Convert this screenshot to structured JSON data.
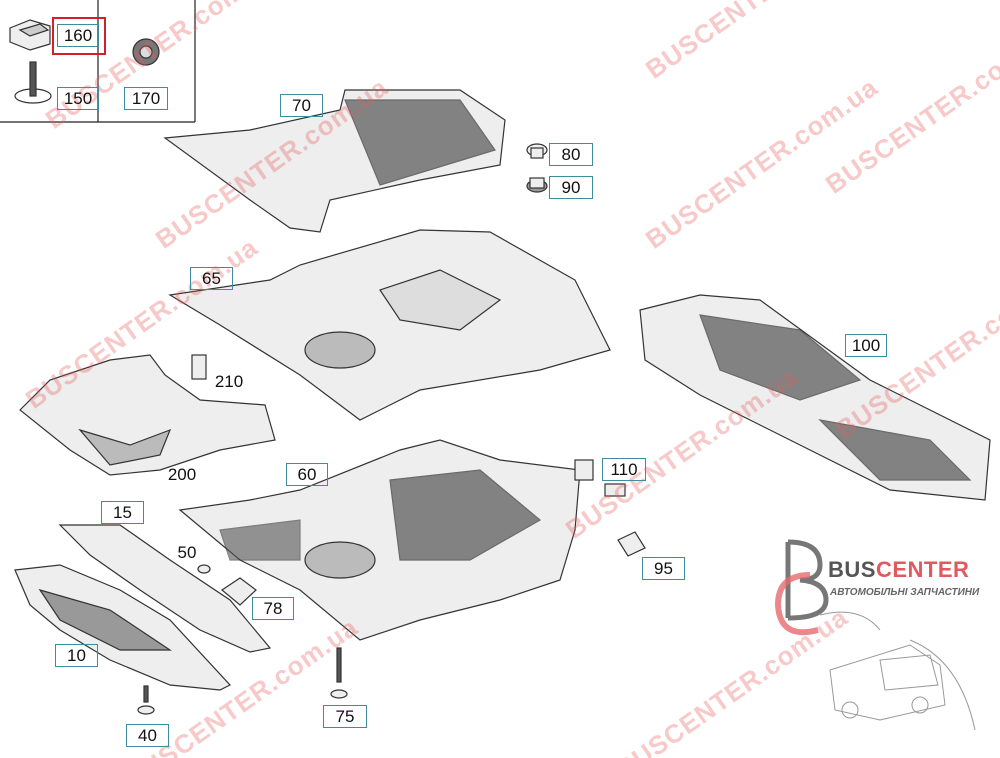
{
  "diagram": {
    "title": "Underbody protection panels",
    "highlighted_label": "160",
    "callouts": {
      "p160": "160",
      "p150": "150",
      "p170": "170",
      "p70": "70",
      "p80": "80",
      "p90": "90",
      "p65": "65",
      "p100": "100",
      "p210": "210",
      "p200": "200",
      "p60": "60",
      "p110": "110",
      "p15": "15",
      "p50": "50",
      "p95": "95",
      "p78": "78",
      "p10": "10",
      "p75": "75",
      "p40": "40"
    }
  },
  "watermark": "BUSCENTER.com.ua",
  "logo": {
    "brand_part1": "BUS",
    "brand_part2": "CENTER",
    "tagline": "АВТОМОБІЛЬНІ ЗАПЧАСТИНИ"
  },
  "colors": {
    "callout_border": "#3f8c9c",
    "highlight": "#d21f2a",
    "watermark": "#e65a5a"
  }
}
